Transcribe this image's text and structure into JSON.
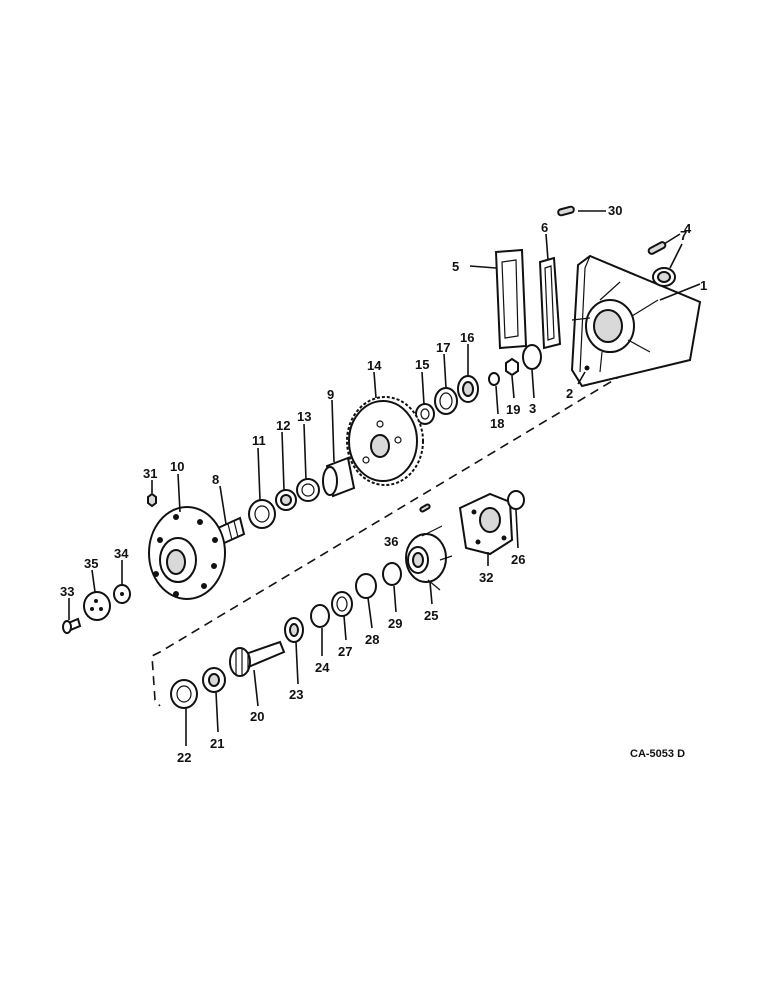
{
  "diagram": {
    "drawing_ref": "CA-5053 D",
    "callouts": [
      "1",
      "2",
      "3",
      "4",
      "5",
      "6",
      "7",
      "8",
      "9",
      "10",
      "11",
      "12",
      "13",
      "14",
      "15",
      "16",
      "17",
      "18",
      "19",
      "20",
      "21",
      "22",
      "23",
      "24",
      "25",
      "26",
      "27",
      "28",
      "29",
      "30",
      "31",
      "32",
      "33",
      "34",
      "35",
      "36"
    ]
  }
}
